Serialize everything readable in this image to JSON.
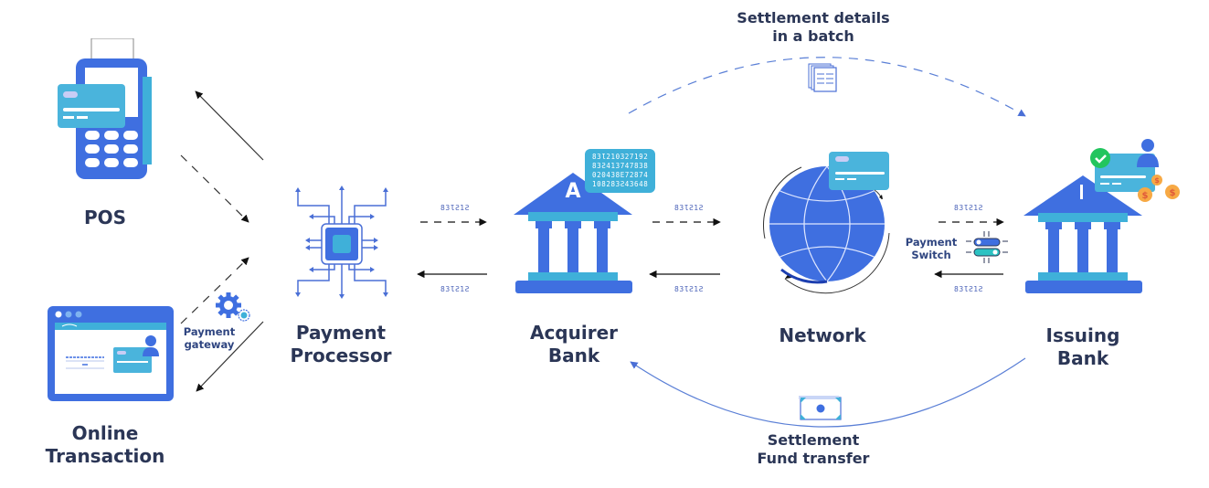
{
  "nodes": {
    "pos": {
      "label": "POS"
    },
    "online": {
      "label_line1": "Online",
      "label_line2": "Transaction"
    },
    "processor": {
      "label_line1": "Payment",
      "label_line2": "Processor"
    },
    "acquirer": {
      "label_line1": "Acquirer",
      "label_line2": "Bank",
      "badge": "A"
    },
    "network": {
      "label": "Network"
    },
    "issuing": {
      "label_line1": "Issuing",
      "label_line2": "Bank"
    }
  },
  "annotations": {
    "gateway_line1": "Payment",
    "gateway_line2": "gateway",
    "switch_line1": "Payment",
    "switch_line2": "Switch",
    "settlement_top_line1": "Settlement details",
    "settlement_top_line2": "in a batch",
    "settlement_bottom_line1": "Settlement",
    "settlement_bottom_line2": "Fund transfer"
  },
  "codes": {
    "proc_acq_top": "83ƖƧ1Ƨ",
    "proc_acq_bottom": "83ƖƧ1Ƨ",
    "acq_net_top": "83ƖƧ1Ƨ",
    "acq_net_bottom": "83ƖƧ1Ƨ",
    "net_iss_top": "83ƖƧ1Ƨ",
    "net_iss_bottom": "83ƖƧ1Ƨ"
  },
  "binary_card": {
    "line1": "83Ɩ210327192",
    "line2": "83Ƨ413747838",
    "line3": "020438E72874",
    "line4": "108283Ƨ43648"
  },
  "colors": {
    "primary_blue": "#3f6fe0",
    "light_cyan": "#3fb0d9",
    "dark_text": "#2b3656",
    "coin": "#f7a944",
    "check_green": "#22c55e"
  }
}
